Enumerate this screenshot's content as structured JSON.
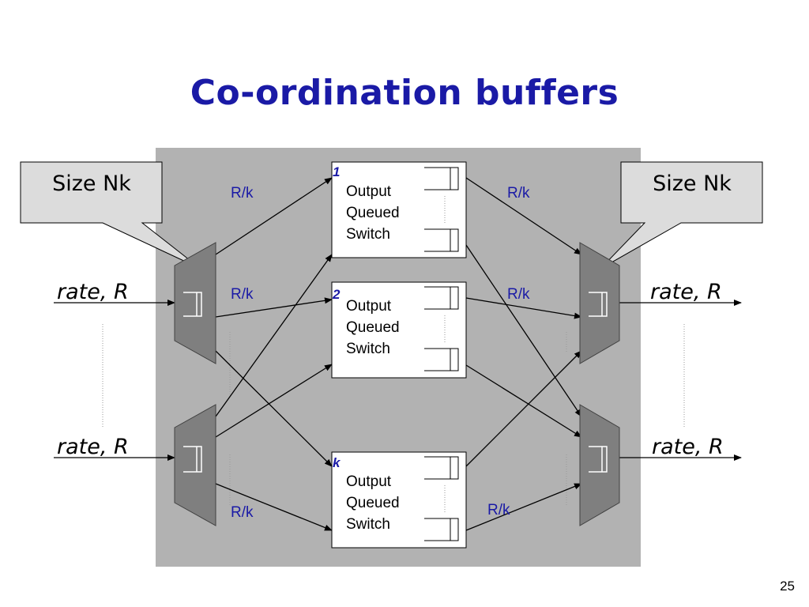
{
  "slide": {
    "title": "Co-ordination buffers",
    "page_number": "25"
  },
  "diagram": {
    "callouts": [
      "Size Nk",
      "Size Nk"
    ],
    "input_rates": [
      "rate, R",
      "rate, R"
    ],
    "output_rates": [
      "rate, R",
      "rate, R"
    ],
    "link_rates": [
      "R/k",
      "R/k",
      "R/k",
      "R/k",
      "R/k",
      "R/k"
    ],
    "switches": [
      {
        "number": "1",
        "line1": "Output",
        "line2": "Queued",
        "line3": "Switch"
      },
      {
        "number": "2",
        "line1": "Output",
        "line2": "Queued",
        "line3": "Switch"
      },
      {
        "number": "k",
        "line1": "Output",
        "line2": "Queued",
        "line3": "Switch"
      }
    ]
  },
  "colors": {
    "title": "#1a1aa6",
    "background_panel": "#b2b2b2",
    "multiplexer": "#7f7f7f",
    "callout": "#dcdcdc"
  }
}
